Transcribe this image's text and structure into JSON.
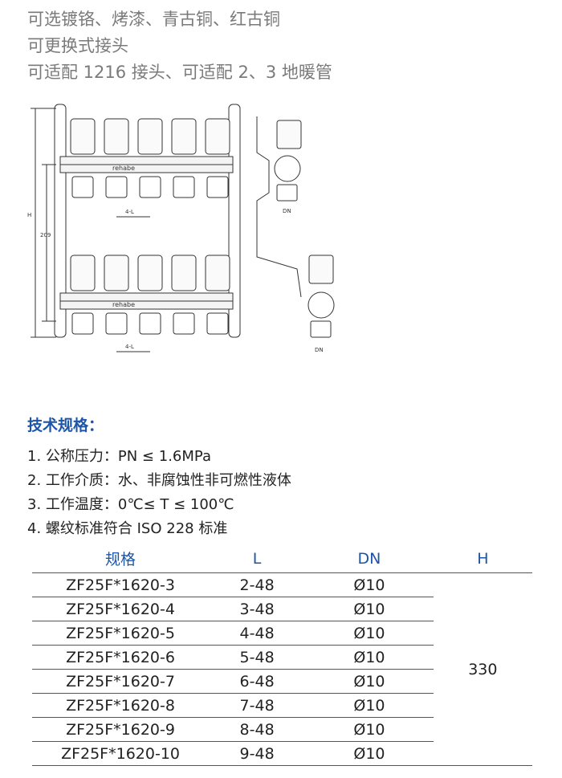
{
  "features": [
    "可选镀铬、烤漆、青古铜、红古铜",
    "可更换式接头",
    "可适配 1216 接头、可适配 2、3 地暖管"
  ],
  "drawing": {
    "brand_label": "rehabe",
    "spacing_label": "4-L",
    "height_label": "H",
    "dim_label": "209",
    "dn_label": "DN"
  },
  "specs": {
    "title": "技术规格：",
    "lines": [
      "1. 公称压力：PN ≤ 1.6MPa",
      "2. 工作介质：水、非腐蚀性非可燃性液体",
      "3. 工作温度：0℃≤ T ≤ 100℃",
      "4. 螺纹标准符合 ISO 228 标准"
    ]
  },
  "table": {
    "headers": [
      "规格",
      "L",
      "DN",
      "H"
    ],
    "rows": [
      [
        "ZF25F*1620-3",
        "2-48",
        "Ø10"
      ],
      [
        "ZF25F*1620-4",
        "3-48",
        "Ø10"
      ],
      [
        "ZF25F*1620-5",
        "4-48",
        "Ø10"
      ],
      [
        "ZF25F*1620-6",
        "5-48",
        "Ø10"
      ],
      [
        "ZF25F*1620-7",
        "6-48",
        "Ø10"
      ],
      [
        "ZF25F*1620-8",
        "7-48",
        "Ø10"
      ],
      [
        "ZF25F*1620-9",
        "8-48",
        "Ø10"
      ],
      [
        "ZF25F*1620-10",
        "9-48",
        "Ø10"
      ]
    ],
    "h_value": "330"
  }
}
